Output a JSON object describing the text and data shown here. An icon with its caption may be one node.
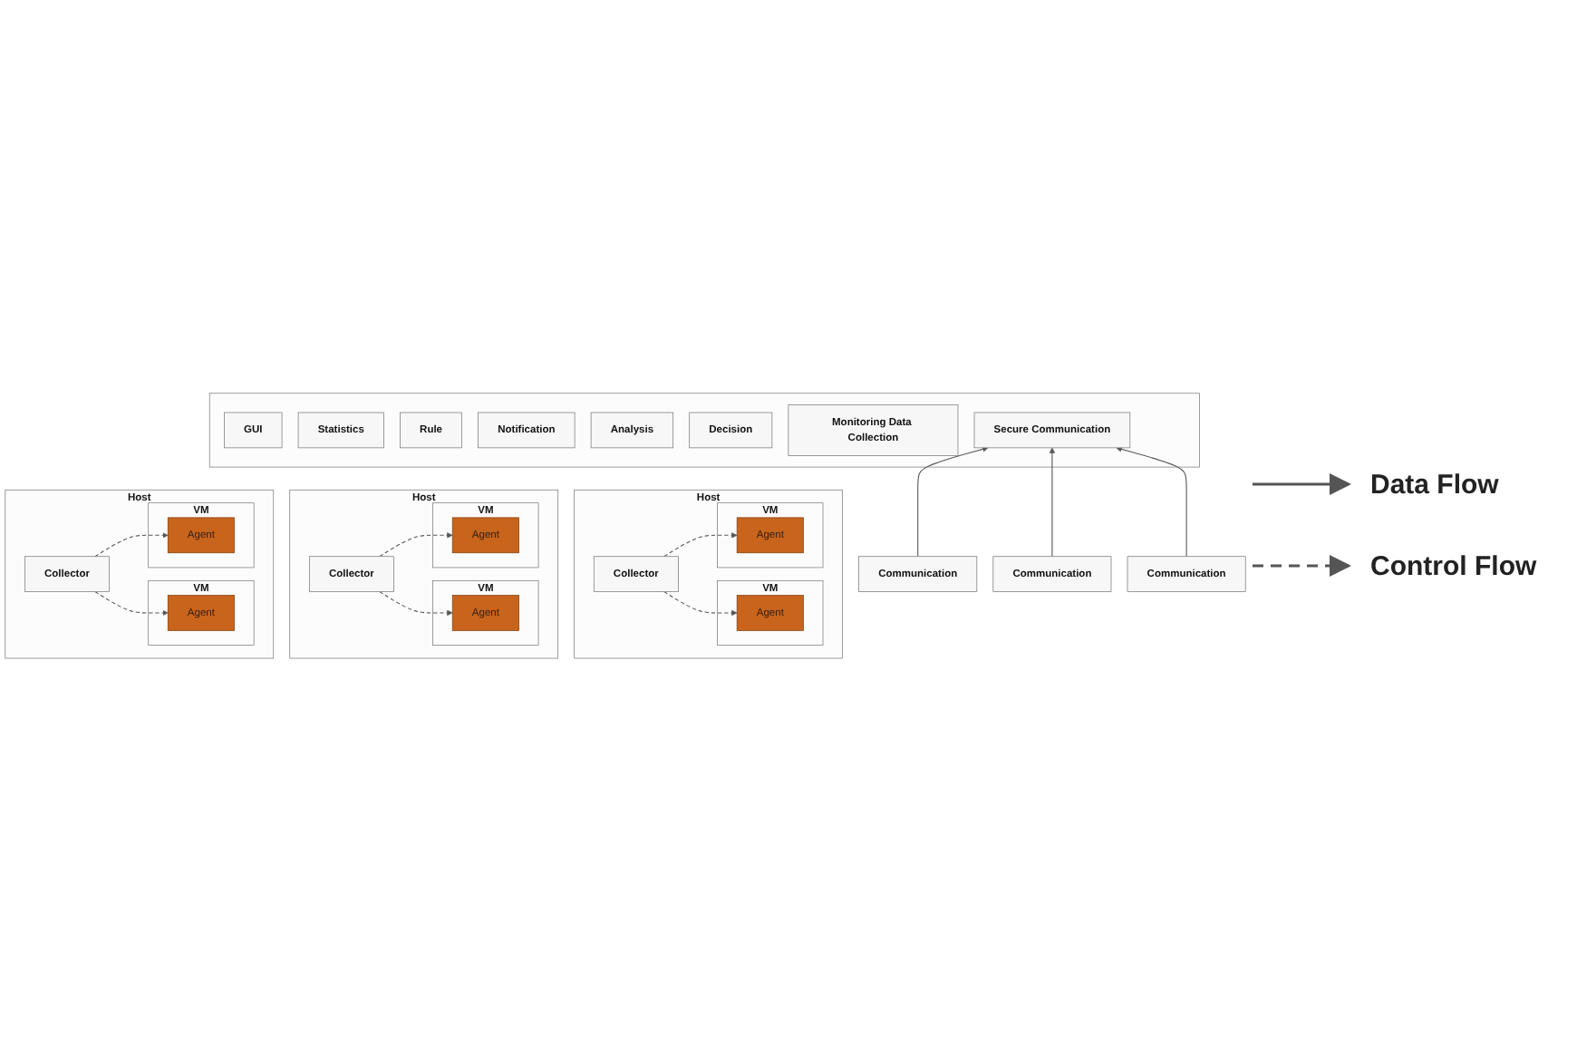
{
  "diagram": {
    "nodes": [
      {
        "text": [],
        "shape": "box"
      },
      {
        "text": [
          "GUI"
        ],
        "in": 0
      },
      {
        "text": [
          "Statistics"
        ],
        "in": 0
      },
      {
        "text": [
          "Rule"
        ],
        "in": 0
      },
      {
        "text": [
          "Notification"
        ],
        "in": 0
      },
      {
        "text": [
          "Analysis"
        ],
        "in": 0
      },
      {
        "text": [
          "Decision"
        ],
        "in": 0
      },
      {
        "text": [
          "Monitoring Data Collection"
        ],
        "in": 0
      },
      {
        "text": [
          "Secure Communication"
        ],
        "in": 0
      },
      {
        "text": [
          "Communication"
        ]
      },
      {
        "text": [
          "Host"
        ]
      },
      {
        "text": [
          "VM"
        ],
        "in": 10
      },
      {
        "text": [
          "Agent"
        ],
        "in": 11
      },
      {
        "text": [
          "VM"
        ],
        "in": 10
      },
      {
        "text": [
          "Agent"
        ],
        "in": 13
      },
      {
        "text": [
          "Collector"
        ],
        "in": 10
      },
      {
        "text": [
          "Communication"
        ]
      },
      {
        "text": [
          "Host"
        ]
      },
      {
        "text": [
          "VM"
        ],
        "in": 17
      },
      {
        "text": [
          "Agent"
        ],
        "in": 18
      },
      {
        "text": [
          "VM"
        ],
        "in": 17
      },
      {
        "text": [
          "Agent"
        ],
        "in": 20
      },
      {
        "text": [
          "Collector"
        ],
        "in": 17
      },
      {
        "text": [
          "Communication"
        ]
      },
      {
        "text": [
          "Host"
        ]
      },
      {
        "text": [
          "VM"
        ],
        "in": 24
      },
      {
        "text": [
          "Agent"
        ],
        "in": 25
      },
      {
        "text": [
          "VM"
        ],
        "in": 24
      },
      {
        "text": [
          "Agent"
        ],
        "in": 27
      },
      {
        "text": [
          "Collector"
        ],
        "in": 24
      }
    ],
    "edges": [
      {
        "from": 9,
        "to": 8,
        "arrow": "to"
      },
      {
        "from": 16,
        "to": 8,
        "arrow": "to"
      },
      {
        "from": 23,
        "to": 8,
        "arrow": "to"
      },
      {
        "from": 15,
        "to": 12,
        "arrow": "to",
        "style": "dashed"
      },
      {
        "from": 15,
        "to": 14,
        "arrow": "to",
        "style": "dashed"
      },
      {
        "from": 22,
        "to": 19,
        "arrow": "to",
        "style": "dashed"
      },
      {
        "from": 22,
        "to": 21,
        "arrow": "to",
        "style": "dashed"
      },
      {
        "from": 29,
        "to": 26,
        "arrow": "to",
        "style": "dashed"
      },
      {
        "from": 29,
        "to": 28,
        "arrow": "to",
        "style": "dashed"
      }
    ],
    "legend": [
      {
        "text": "Data Flow"
      },
      {
        "text": "Control Flow"
      }
    ]
  }
}
